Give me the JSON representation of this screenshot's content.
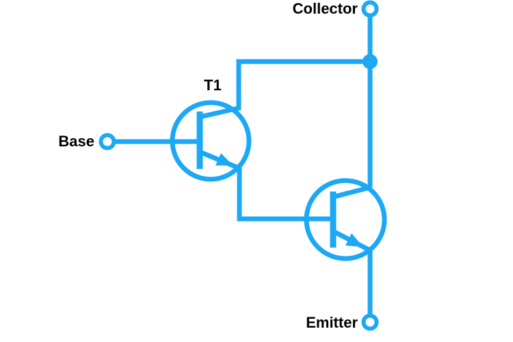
{
  "diagram": {
    "type": "darlington-pair-transistor-circuit",
    "components": [
      "npn-transistor-t1",
      "npn-transistor-t2"
    ]
  },
  "labels": {
    "collector": "Collector",
    "base": "Base",
    "emitter": "Emitter",
    "t1": "T1"
  },
  "colors": {
    "wire": "#1CA8F4",
    "text": "#000000",
    "background": "#FFFFFF"
  }
}
